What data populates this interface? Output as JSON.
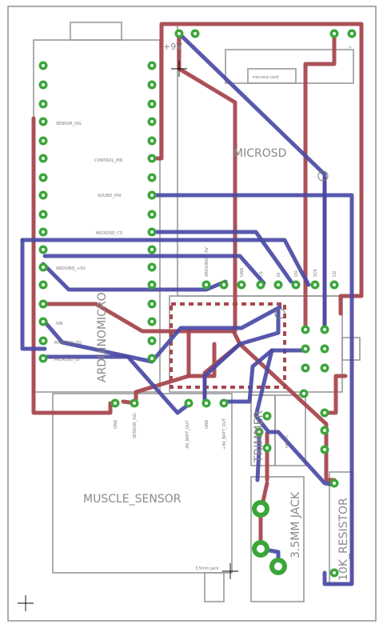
{
  "labels": {
    "sensor_sig": "SENSOR_SIG",
    "control_pin": "CONTROL_PIN",
    "sound_pin": "SOUND_PIN",
    "microsd_cs": "MICROSD_CS",
    "arduino_5v": "ARDUINO_+5V",
    "vin": "VIN",
    "microsd_do": "MICROSD_DO",
    "microsd_di": "MICROSD_DI",
    "arduinomicro": "ARDUINOMICRO",
    "plus9v": "+9V",
    "minus": "-",
    "microsd_card": "microsd card",
    "microsd": "MICROSD",
    "muscle_sensor": "MUSCLE_SENSOR",
    "gnd": "GND",
    "sensor_sig_bottom": "SENSOR_SIG",
    "batt_out_minus": "-9V_BATT_OUT",
    "batt_out_plus": "+9V_BATT_OUT",
    "trimmer": "TRIMMER",
    "switch": "switch",
    "jack": "3.5MM JACK",
    "jack_small": "3.5mm jack",
    "resistor": "10K_RESISTOR",
    "vert_arduino_5v": "ARDUINO_+5V",
    "vert_gnd": "GND",
    "vert_cs": "CS",
    "vert_di": "DI",
    "vert_do": "DO",
    "vert_sck": "SCK",
    "vert_cd": "CD"
  }
}
